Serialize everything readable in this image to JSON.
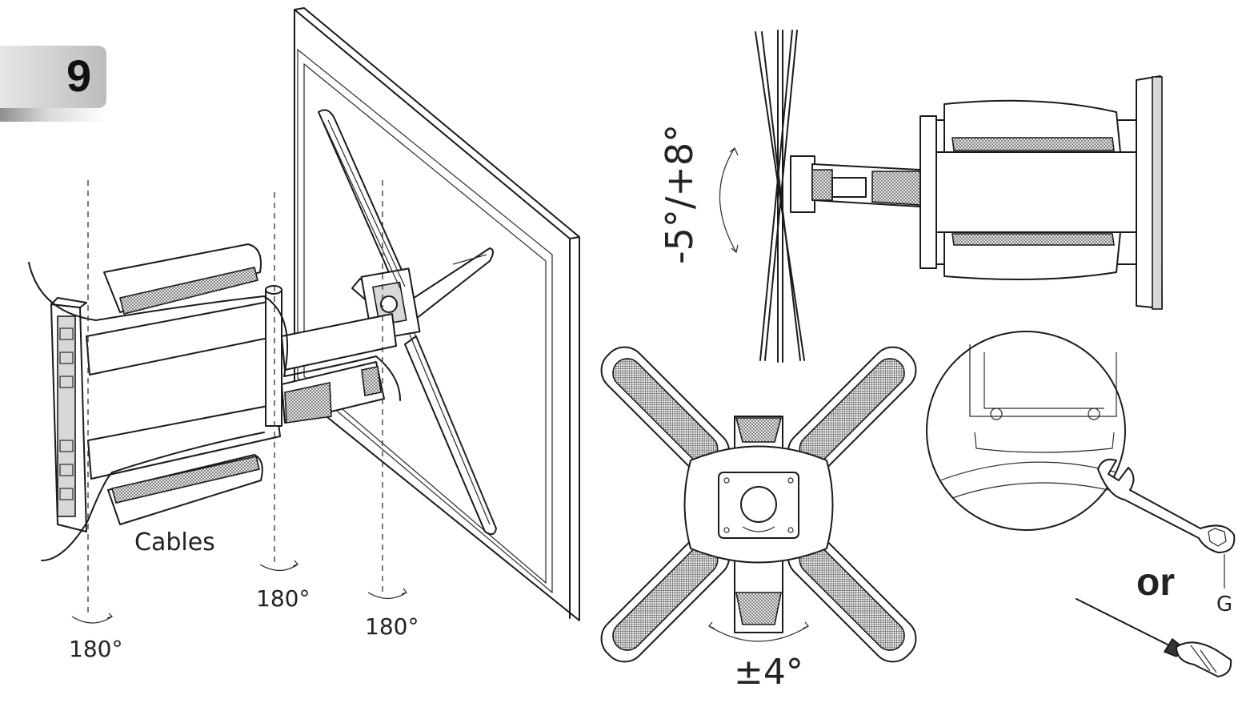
{
  "step": {
    "number": "9"
  },
  "labels": {
    "cables": "Cables",
    "rotation_wall": "180°",
    "rotation_middle": "180°",
    "rotation_plate": "180°",
    "tilt": "-5°/+8°",
    "swivel": "±4°",
    "or": "or",
    "tool_g": "G"
  },
  "icons": [
    "wrench-icon",
    "screwdriver-icon"
  ]
}
